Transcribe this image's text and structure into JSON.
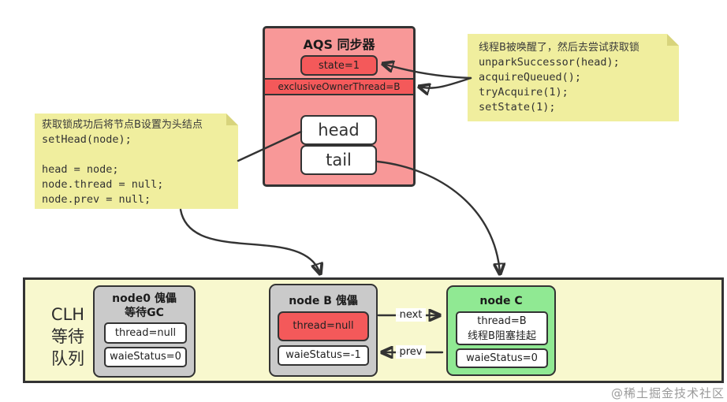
{
  "colors": {
    "canvas_bg": "#FFFFFF",
    "aqs_pink": "#F89898",
    "accent_red": "#F4595A",
    "note_yellow": "#F0EE9E",
    "note_fold": "#D8D47C",
    "clh_bg": "#F8F8CE",
    "node_gray": "#CACACA",
    "node_green": "#90E993",
    "line_dark": "#333333",
    "watermark_gray": "#9B9B9B"
  },
  "aqs": {
    "title": "AQS 同步器",
    "state": "state=1",
    "owner": "exclusiveOwnerThread=B",
    "head_label": "head",
    "tail_label": "tail"
  },
  "note_right": {
    "line1": "线程B被唤醒了，然后去尝试获取锁",
    "code1": "unparkSuccessor(head);",
    "code2": "acquireQueued();",
    "code3": "tryAcquire(1);",
    "code4": "setState(1);"
  },
  "note_left": {
    "line1": "获取锁成功后将节点B设置为头结点",
    "code1": "setHead(node);",
    "code2": "",
    "code3": "head = node;",
    "code4": "node.thread = null;",
    "code5": "node.prev = null;"
  },
  "clh": {
    "label1": "CLH",
    "label2": "等待",
    "label3": "队列",
    "node0": {
      "title1": "node0 傀儡",
      "title2": "等待GC",
      "thread": "thread=null",
      "status": "waieStatus=0"
    },
    "nodeB": {
      "title1": "node B 傀儡",
      "thread": "thread=null",
      "status": "waieStatus=-1"
    },
    "nodeC": {
      "title1": "node C",
      "thread1": "thread=B",
      "thread2": "线程B阻塞挂起",
      "status": "waieStatus=0"
    },
    "next_label": "next",
    "prev_label": "prev"
  },
  "watermark": "@稀土掘金技术社区"
}
